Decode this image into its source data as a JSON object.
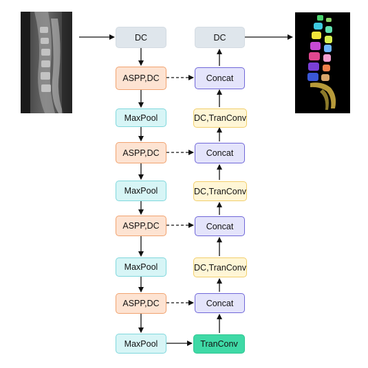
{
  "encoder": {
    "dc_label": "DC",
    "aspp1_label": "ASPP,DC",
    "pool1_label": "MaxPool",
    "aspp2_label": "ASPP,DC",
    "pool2_label": "MaxPool",
    "aspp3_label": "ASPP,DC",
    "pool3_label": "MaxPool",
    "aspp4_label": "ASPP,DC",
    "pool4_label": "MaxPool"
  },
  "decoder": {
    "dc_label": "DC",
    "concat1_label": "Concat",
    "up1_label": "DC,TranConv",
    "concat2_label": "Concat",
    "up2_label": "DC,TranConv",
    "concat3_label": "Concat",
    "up3_label": "DC,TranConv",
    "concat4_label": "Concat",
    "bottom_label": "TranConv"
  },
  "colors": {
    "dc": "#dfe6ec",
    "aspp": "#fde3d2",
    "maxpool": "#d7f5f6",
    "concat": "#e4e4fb",
    "tranconv_dc": "#fff6d6",
    "tranconv": "#3fd9a6"
  }
}
